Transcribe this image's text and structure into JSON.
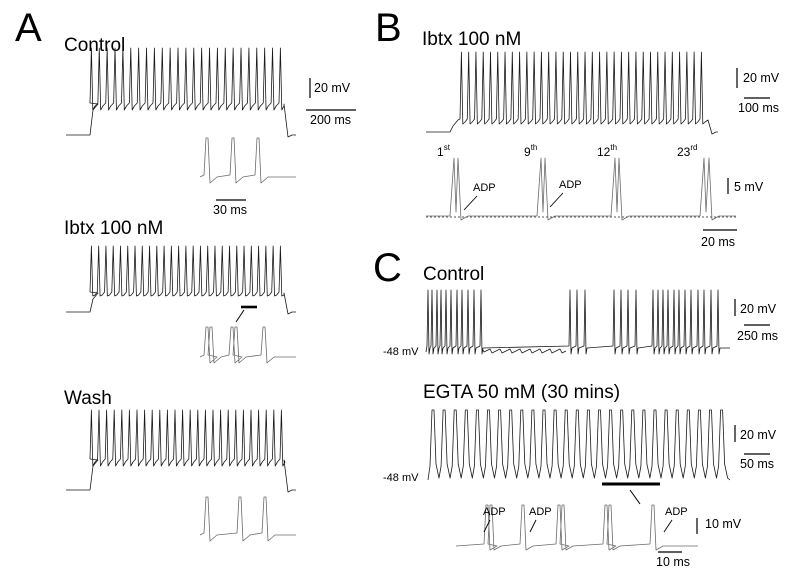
{
  "panels": {
    "A": {
      "letter": "A",
      "conditions": [
        "Control",
        "Ibtx 100 nM",
        "Wash"
      ],
      "scale_voltage": "20 mV",
      "scale_time": "200 ms",
      "inset_scale_time": "30 ms"
    },
    "B": {
      "letter": "B",
      "condition": "Ibtx 100 nM",
      "scale_voltage": "20 mV",
      "scale_time": "100 ms",
      "inset_scale_voltage": "5 mV",
      "inset_scale_time": "20 ms",
      "spike_labels": [
        {
          "num": "1",
          "suffix": "st"
        },
        {
          "num": "9",
          "suffix": "th"
        },
        {
          "num": "12",
          "suffix": "th"
        },
        {
          "num": "23",
          "suffix": "rd"
        }
      ],
      "adp_label": "ADP"
    },
    "C": {
      "letter": "C",
      "conditions": [
        "Control",
        "EGTA 50 mM (30 mins)"
      ],
      "resting_potential": "-48 mV",
      "control_scale_voltage": "20 mV",
      "control_scale_time": "250 ms",
      "egta_scale_voltage": "20 mV",
      "egta_scale_time": "50 ms",
      "inset_scale_voltage": "10 mV",
      "inset_scale_time": "10 ms",
      "adp_label": "ADP"
    }
  },
  "colors": {
    "trace": "#1a1a1a",
    "inset_trace": "#6b6b6b",
    "baseline": "#555555"
  }
}
